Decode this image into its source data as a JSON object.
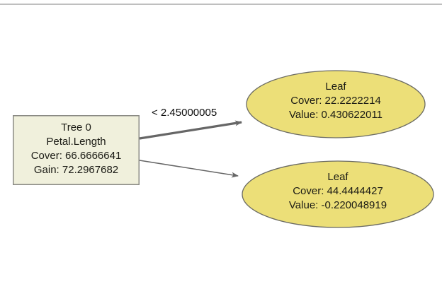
{
  "diagram": {
    "type": "decision-tree",
    "background_color": "#ffffff",
    "rule_color": "#bfbfbf",
    "node_text_color": "#1a1a14",
    "edge_color": "#666666",
    "nodes": [
      {
        "id": "root",
        "shape": "rectangle",
        "fill": "#f0f0dc",
        "stroke": "#808080",
        "lines": [
          "Tree 0",
          "Petal.Length",
          "Cover: 66.6666641",
          "Gain: 72.2967682"
        ],
        "title": "Tree 0",
        "feature": "Petal.Length",
        "cover": "Cover: 66.6666641",
        "gain": "Gain: 72.2967682"
      },
      {
        "id": "leaf-top",
        "shape": "ellipse",
        "fill": "#ecdf78",
        "stroke": "#6b6b5e",
        "lines": [
          "Leaf",
          "Cover: 22.2222214",
          "Value: 0.430622011"
        ],
        "title": "Leaf",
        "cover": "Cover: 22.2222214",
        "value": "Value: 0.430622011"
      },
      {
        "id": "leaf-bottom",
        "shape": "ellipse",
        "fill": "#ecdf78",
        "stroke": "#6b6b5e",
        "lines": [
          "Leaf",
          "Cover: 44.4444427",
          "Value: -0.220048919"
        ],
        "title": "Leaf",
        "cover": "Cover: 44.4444427",
        "value": "Value: -0.220048919"
      }
    ],
    "edges": [
      {
        "id": "edge-yes",
        "from": "root",
        "to": "leaf-top",
        "label": "< 2.45000005",
        "width": "thick"
      },
      {
        "id": "edge-no",
        "from": "root",
        "to": "leaf-bottom",
        "label": "",
        "width": "thin"
      }
    ]
  }
}
